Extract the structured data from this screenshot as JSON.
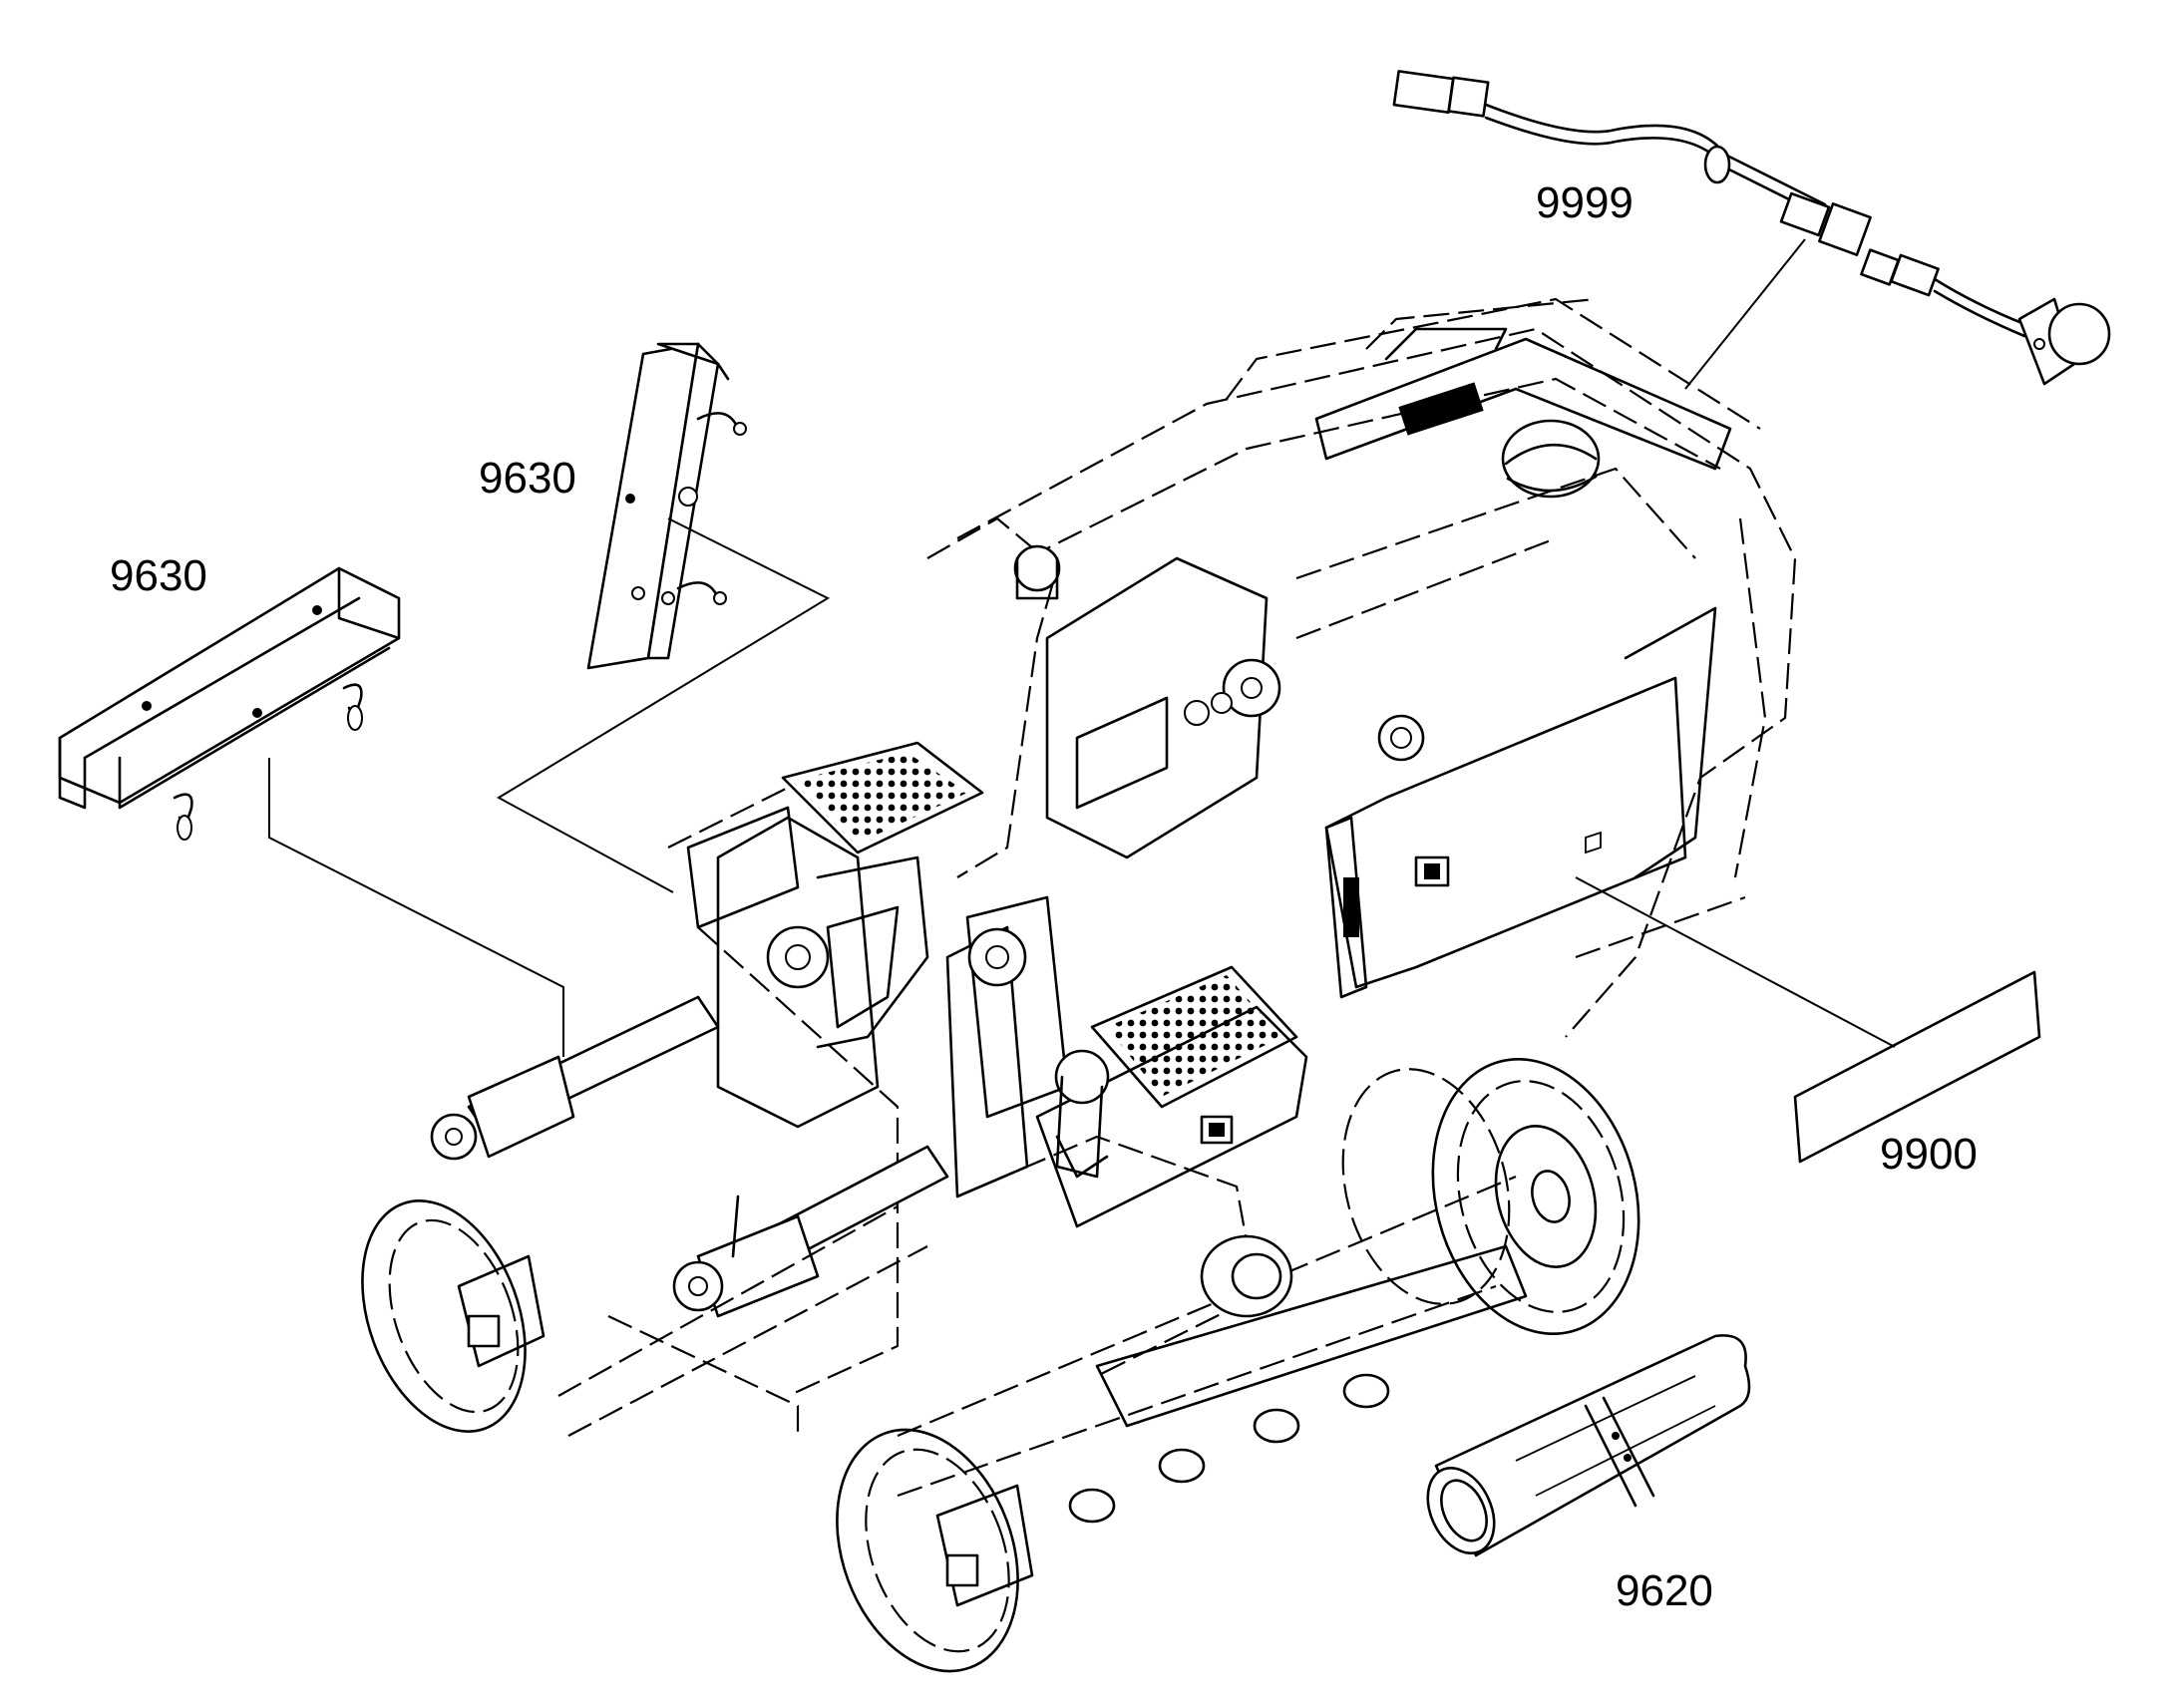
{
  "diagram": {
    "labels": {
      "wiring_harness": "9999",
      "cover_plate": "9630",
      "guard_channel": "9630",
      "decal": "9900",
      "document_roll": "9620"
    },
    "colors": {
      "ink": "#000000",
      "paper": "#ffffff"
    },
    "line_styles": {
      "hidden_outline": "dashed",
      "part_outline": "solid"
    }
  }
}
